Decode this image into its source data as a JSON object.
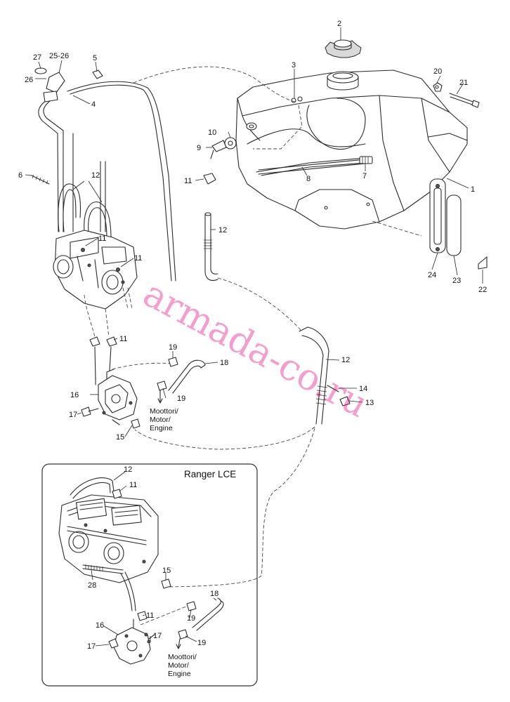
{
  "watermark": "armada-co.ru",
  "inset": {
    "title": "Ranger LCE"
  },
  "engine_label": [
    "Moottori/",
    "Motor/",
    "Engine"
  ],
  "callouts": {
    "c1": "1",
    "c2": "2",
    "c3": "3",
    "c4": "4",
    "c5": "5",
    "c6": "6",
    "c7": "7",
    "c8": "8",
    "c9": "9",
    "c10": "10",
    "c11a": "11",
    "c11b": "11",
    "c11c": "11",
    "c11d": "11",
    "c11e": "11",
    "c11f": "11",
    "c12a": "12",
    "c12b": "12",
    "c12c": "12",
    "c12d": "12",
    "c13": "13",
    "c14": "14",
    "c15a": "15",
    "c15b": "15",
    "c16a": "16",
    "c16b": "16",
    "c17a": "17",
    "c17b": "17",
    "c17c": "17",
    "c18a": "18",
    "c18b": "18",
    "c19a": "19",
    "c19b": "19",
    "c19c": "19",
    "c19d": "19",
    "c20": "20",
    "c21": "21",
    "c22": "22",
    "c23": "23",
    "c24": "24",
    "c25_26": "25-26",
    "c26": "26",
    "c27": "27",
    "c28": "28"
  },
  "icons": {
    "fuel_tank": "fuel-tank-icon",
    "carburetor": "carburetor-icon",
    "fuel_pump": "fuel-pump-icon"
  }
}
